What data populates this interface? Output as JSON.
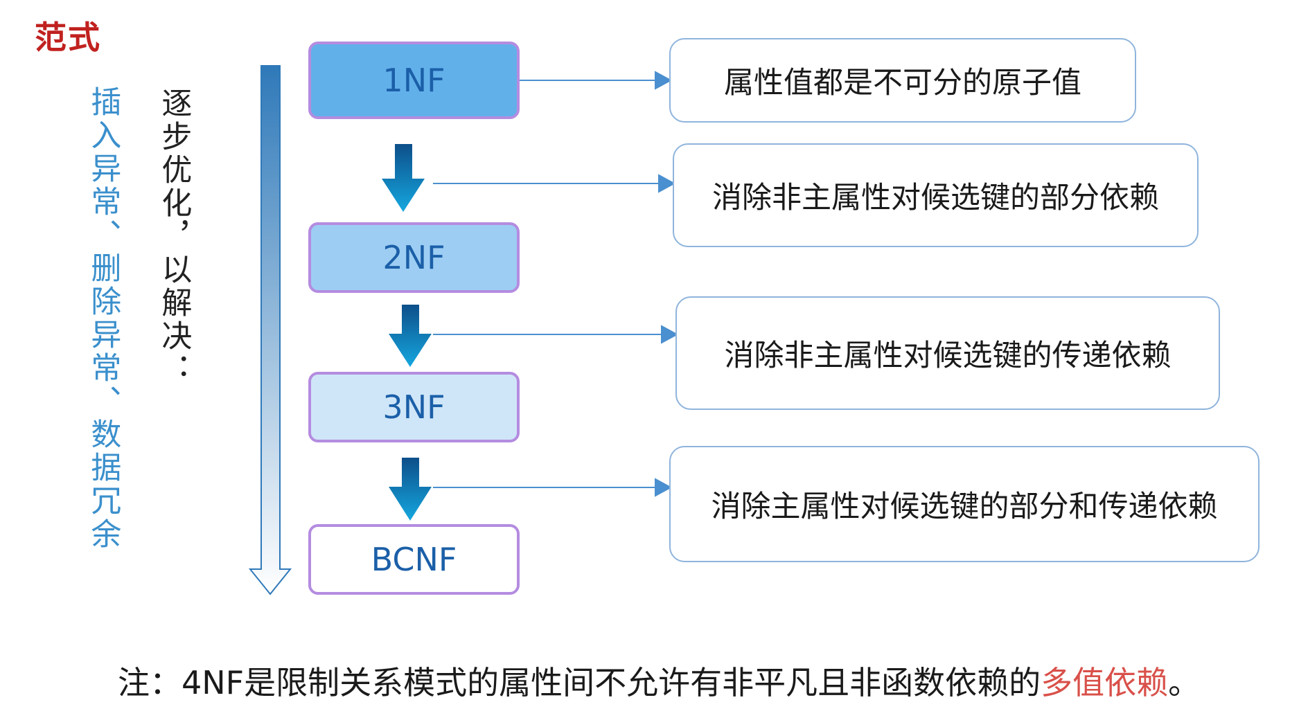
{
  "title": "范式",
  "left_notes": {
    "problems": "插入异常、删除异常、数据冗余",
    "optimize": "逐步优化，以解决："
  },
  "levels": [
    {
      "label": "1NF",
      "description": "属性值都是不可分的原子值"
    },
    {
      "label": "2NF",
      "description": "消除非主属性对候选键的部分依赖"
    },
    {
      "label": "3NF",
      "description": "消除非主属性对候选键的传递依赖"
    },
    {
      "label": "BCNF",
      "description": "消除主属性对候选键的部分和传递依赖"
    }
  ],
  "footer": {
    "prefix": "注：4NF是限制关系模式的属性间不允许有非平凡且非函数依赖的",
    "highlight": "多值依赖",
    "suffix": "。"
  },
  "colors": {
    "title": "#c0211f",
    "problems_text": "#3a8fcc",
    "nf_text": "#1b5fa8",
    "nf_border": "#b48ce0",
    "highlight": "#d9504a",
    "arrow": "#0a8dc9"
  }
}
